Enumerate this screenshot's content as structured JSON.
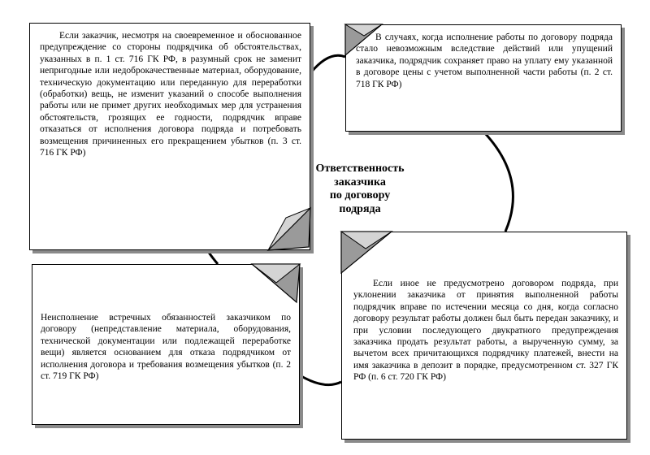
{
  "center_title_lines": [
    "Ответственность",
    "заказчика",
    "по договору",
    "подряда"
  ],
  "boxes": {
    "top_left": "Если заказчик, несмотря на своевременное и обоснованное предупреждение со стороны подрядчика об обстоятельствах, указанных в п. 1 ст. 716 ГК РФ, в разумный срок не заменит непригодные или недоброкачественные материал, оборудование, техническую документацию или переданную для переработки (обработки) вещь, не изменит указаний о способе выполнения работы или не примет других необходимых мер для устранения обстоятельств, грозящих ее годности, подрядчик вправе отказаться от исполнения договора подряда и потребовать возмещения причиненных его прекращением убытков (п. 3 ст. 716 ГК РФ)",
    "top_right": "В случаях, когда исполнение работы по договору подряда стало невозможным вследствие действий или упущений заказчика, подрядчик сохраняет право на уплату ему указанной в договоре цены с учетом выполненной части работы (п. 2 ст. 718 ГК РФ)",
    "bottom_left": "Неисполнение встречных обязанностей заказчиком по договору (непредставление материала, оборудования, технической документации или подлежащей переработке вещи) является основанием для отказа подрядчиком от исполнения договора и требования возмещения убытков (п. 2 ст. 719 ГК РФ)",
    "bottom_right": "Если иное не предусмотрено договором подряда, при уклонении заказчика от принятия выполненной работы подрядчик вправе по истечении месяца со дня, когда согласно договору результат работы должен был быть передан заказчику, и при условии последующего двукратного предупреждения заказчика продать результат работы, а вырученную сумму, за вычетом всех причитающихся подрядчику платежей, внести на имя заказчика в депозит в порядке, предусмотренном ст. 327 ГК РФ (п. 6 ст. 720 ГК РФ)"
  }
}
